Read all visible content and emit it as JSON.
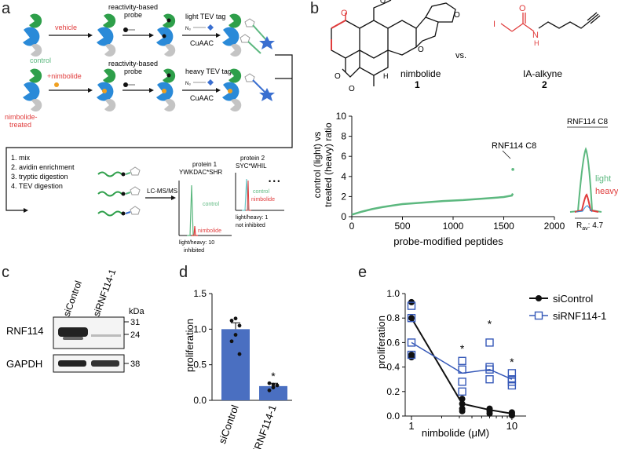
{
  "panels": {
    "a": {
      "letter": "a",
      "vehicle": "vehicle",
      "control": "control",
      "nimbolide_treat": "+nimbolide",
      "treated_line1": "nimbolide-",
      "treated_line2": "treated",
      "probe_top_1": "reactivity-based",
      "probe_top_2": "probe",
      "probe_bot_1": "reactivity-based",
      "probe_bot_2": "probe",
      "light_tag": "light TEV tag",
      "heavy_tag": "heavy TEV tag",
      "cuaac_top": "CuAAC",
      "cuaac_bot": "CuAAC",
      "n3": "N₃",
      "steps": [
        "1. mix",
        "2. avidin enrichment",
        "3. tryptic digestion",
        "4. TEV digestion"
      ],
      "lcms": "LC-MS/MS",
      "protein1_title": "protein 1",
      "protein1_seq": "YWKDAC*SHR",
      "protein1_control": "control",
      "protein1_nimbolide": "nimbolide",
      "protein1_ratio": "light/heavy: 10",
      "protein1_status": "inhibited",
      "protein2_title": "protein 2",
      "protein2_seq": "SYC*WHIL",
      "protein2_control": "control",
      "protein2_nimbolide": "nimbolide",
      "protein2_ratio": "light/heavy: 1",
      "protein2_status": "not inhibited",
      "ellipsis": "• • •"
    },
    "b": {
      "letter": "b",
      "compound1_name": "nimbolide",
      "compound1_num": "1",
      "compound2_name": "IA-alkyne",
      "compound2_num": "2",
      "vs": "vs.",
      "o_label": "O",
      "h_label": "H",
      "n_label": "N",
      "i_label": "I",
      "rnf_label": "RNF114 C8",
      "inset_title": "RNF114 C8",
      "inset_light": "light",
      "inset_heavy": "heavy",
      "inset_r": "R",
      "inset_r_sub": "av",
      "inset_r_val": ": 4.7"
    },
    "c": {
      "letter": "c",
      "lane1": "siControl",
      "lane2": "siRNF114-1",
      "kda": "kDa",
      "row1": "RNF114",
      "row2": "GAPDH",
      "m31": "31",
      "m24": "24",
      "m38": "38"
    },
    "d": {
      "letter": "d",
      "star": "*"
    },
    "e": {
      "letter": "e",
      "star": "*"
    }
  },
  "chart_data": [
    {
      "panel": "b",
      "type": "line",
      "xlabel": "probe-modified peptides",
      "ylabel_line1": "control (light) vs",
      "ylabel_line2": "treated (heavy) ratio",
      "xlim": [
        0,
        2000
      ],
      "ylim": [
        0,
        10
      ],
      "xticks": [
        "0",
        "500",
        "1000",
        "1500",
        "2000"
      ],
      "yticks": [
        "0",
        "2",
        "4",
        "6",
        "8",
        "10"
      ],
      "x": [
        0,
        100,
        200,
        300,
        400,
        500,
        700,
        900,
        1100,
        1300,
        1500,
        1580,
        1590
      ],
      "y": [
        0.2,
        0.5,
        0.75,
        0.95,
        1.1,
        1.25,
        1.4,
        1.55,
        1.65,
        1.8,
        1.95,
        2.1,
        2.3
      ],
      "highlight": {
        "x": 1590,
        "y": 4.7,
        "label": "RNF114 C8"
      },
      "color": "#5cb87f"
    },
    {
      "panel": "d",
      "type": "bar",
      "ylabel": "proliferation",
      "categories": [
        "siControl",
        "siRNF114-1"
      ],
      "values": [
        1.0,
        0.2
      ],
      "errors": [
        0.09,
        0.04
      ],
      "points": [
        [
          0.83,
          0.92,
          1.05,
          1.12,
          1.15,
          0.65
        ],
        [
          0.14,
          0.18,
          0.21,
          0.24,
          0.22
        ]
      ],
      "ylim": [
        0,
        1.5
      ],
      "yticks": [
        "0.0",
        "0.5",
        "1.0",
        "1.5"
      ],
      "significance": [
        "",
        "*"
      ],
      "color": "#4a6fc1"
    },
    {
      "panel": "e",
      "type": "scatter",
      "xlabel": "nimbolide (μM)",
      "xscale": "log",
      "ylabel": "proliferation",
      "xlim": [
        1,
        12
      ],
      "ylim": [
        0,
        1.0
      ],
      "yticks": [
        "0.0",
        "0.2",
        "0.4",
        "0.6",
        "0.8",
        "1.0"
      ],
      "xticks": [
        "1",
        "10"
      ],
      "series": [
        {
          "name": "siControl",
          "color": "#111111",
          "marker": "circle",
          "x": [
            1,
            3.2,
            6,
            10
          ],
          "mean": [
            0.8,
            0.1,
            0.05,
            0.02
          ],
          "points": [
            [
              0.93,
              0.8,
              0.5,
              0.48
            ],
            [
              0.14,
              0.1,
              0.06,
              0.04
            ],
            [
              0.06,
              0.05,
              0.04,
              0.02
            ],
            [
              0.03,
              0.02,
              0.01,
              0.005
            ]
          ]
        },
        {
          "name": "siRNF114-1",
          "color": "#3558b8",
          "marker": "square",
          "x": [
            1,
            3.2,
            6,
            10
          ],
          "mean": [
            0.6,
            0.35,
            0.38,
            0.3
          ],
          "points": [
            [
              0.9,
              0.5,
              0.6,
              0.8
            ],
            [
              0.45,
              0.28,
              0.2,
              0.38
            ],
            [
              0.6,
              0.38,
              0.3,
              0.4
            ],
            [
              0.35,
              0.3,
              0.28,
              0.25
            ]
          ]
        }
      ],
      "significance_x": [
        3.2,
        6,
        10
      ],
      "significance_y": [
        0.52,
        0.72,
        0.41
      ]
    }
  ]
}
